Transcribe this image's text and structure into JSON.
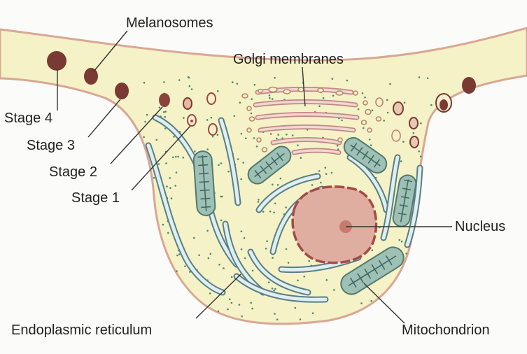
{
  "labels": {
    "melanosomes": "Melanosomes",
    "golgi": "Golgi membranes",
    "stage4": "Stage 4",
    "stage3": "Stage 3",
    "stage2": "Stage 2",
    "stage1": "Stage 1",
    "nucleus": "Nucleus",
    "er": "Endoplasmic reticulum",
    "mitochondrion": "Mitochondrion"
  },
  "colors": {
    "cytoplasm": "#f4f2c6",
    "membrane": "#d9a793",
    "melanosome_mature": "#7a3a34",
    "nucleus": "#dfaea1",
    "nucleus_border": "#a44a45",
    "er": "#5b7e86",
    "golgi": "#c38787",
    "mitochondrion": "#9fc0b5",
    "ribosome": "#4d8a70"
  }
}
